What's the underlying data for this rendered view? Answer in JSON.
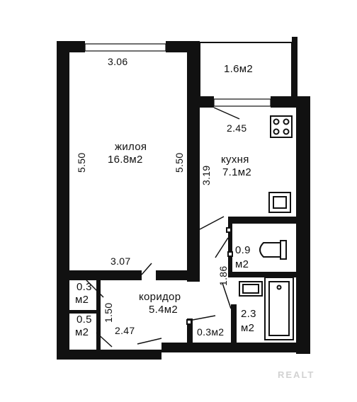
{
  "rooms": {
    "living_name": "жилоя",
    "living_area": "16.8м2",
    "living_top": "3.06",
    "living_left": "5.50",
    "living_right": "5.50",
    "living_bottom": "3.07",
    "balcony_area": "1.6м2",
    "kitchen_name": "кухня",
    "kitchen_area": "7.1м2",
    "kitchen_top": "2.45",
    "kitchen_left": "3.19",
    "corridor_name": "коридор",
    "corridor_area": "5.4м2",
    "corridor_side": "1.50",
    "corridor_bottom": "2.47",
    "corridor_mid": "1.86",
    "toilet_value": "0.9",
    "toilet_unit": "м2",
    "bath_value": "2.3",
    "bath_unit": "м2",
    "niche_area": "0.3м2",
    "closet1_value": "0.3",
    "closet1_unit": "м2",
    "closet2_value": "0.5",
    "closet2_unit": "м2"
  },
  "watermark": "REALT"
}
